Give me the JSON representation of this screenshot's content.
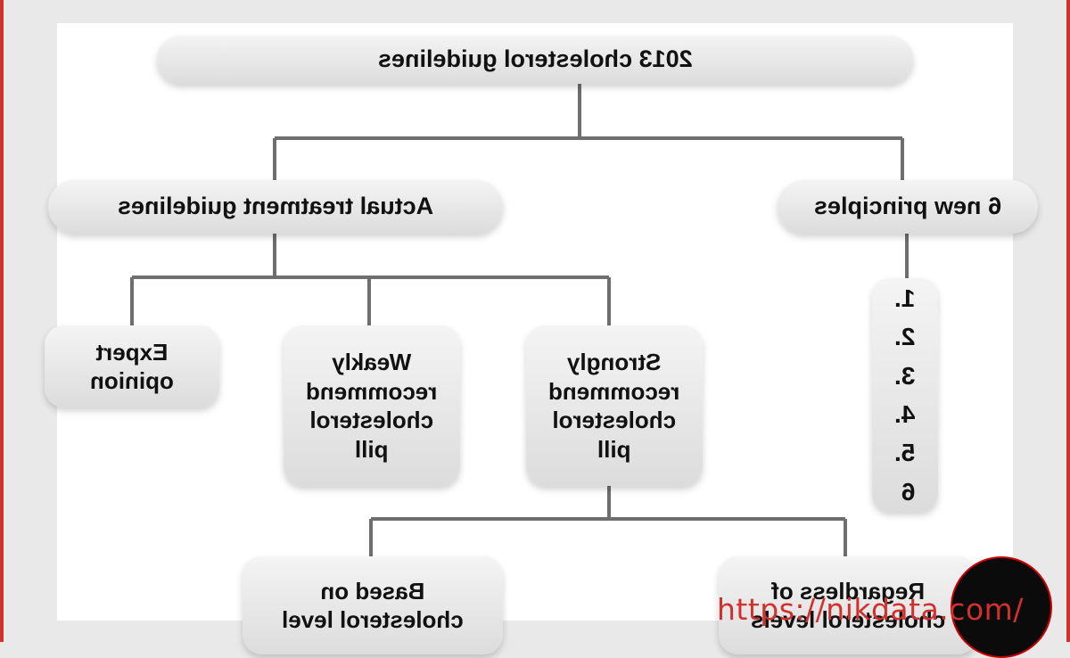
{
  "colors": {
    "frame": "#d0312d",
    "line": "#6e6e6e",
    "panel": "#ffffff",
    "background": "#e9e9e9"
  },
  "diagram": {
    "root": "2013 cholesterol guidelines",
    "branch_treatment": "Actual treatment guidelines",
    "branch_principles": "6 new principles",
    "leaf_expert": "Expert\nopinion",
    "leaf_weakly": "Weakly\nrecommend\ncholesterol\npill",
    "leaf_strongly": "Strongly\nrecommend\ncholesterol\npill",
    "principles_list": "1.\n2.\n3.\n4.\n5.\n6",
    "leaf_based_on": "Based on\ncholesterol level",
    "leaf_regardless": "Regardless of\ncholesterol levels"
  },
  "watermark": "https://nikdata.com/"
}
